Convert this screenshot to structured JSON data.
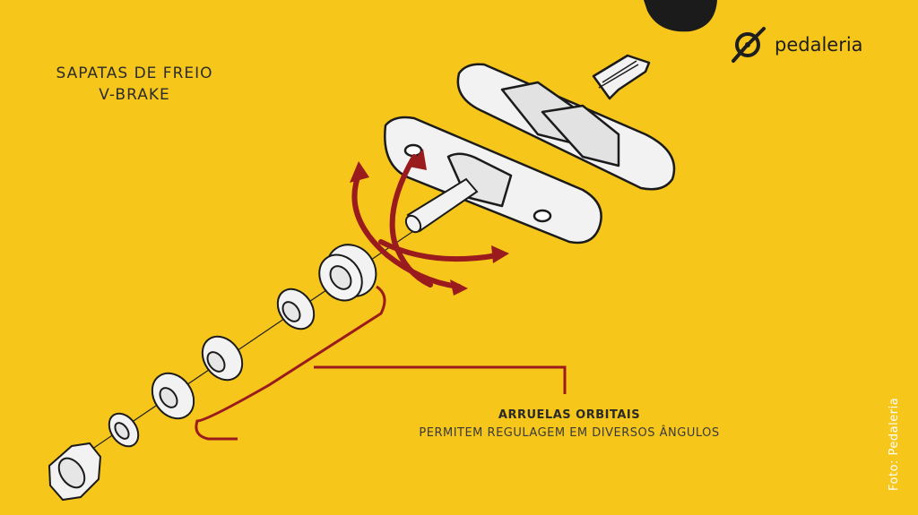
{
  "title": {
    "line1": "SAPATAS DE FREIO",
    "line2": "V-BRAKE"
  },
  "brand": {
    "name": "pedaleria",
    "logo_icon": "pedal-crank-logo-icon"
  },
  "callout": {
    "title": "ARRUELAS ORBITAIS",
    "subtitle": "PERMITEM REGULAGEM EM DIVERSOS ÂNGULOS"
  },
  "credit": "Foto: Pedaleria",
  "colors": {
    "background": "#f6c61a",
    "arrow": "#9a1b1e",
    "callout_line": "#9a1b1e",
    "part_fill": "#f2f2f2",
    "outline": "#1b1b1b"
  }
}
